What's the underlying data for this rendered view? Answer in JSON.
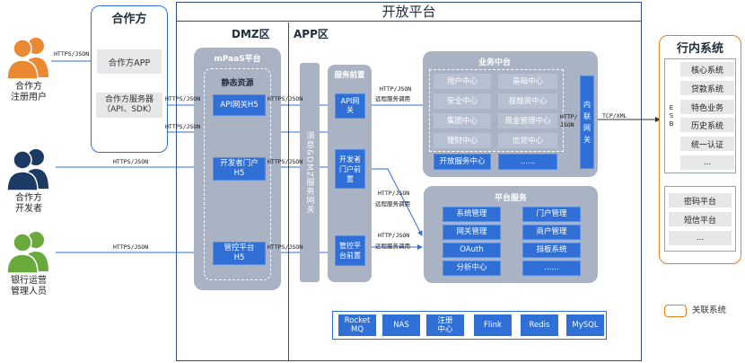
{
  "platform": {
    "title": "开放平台"
  },
  "partner": {
    "title": "合作方",
    "app": "合作方APP",
    "server_line1": "合作方服务器",
    "server_line2": "（API、SDK）"
  },
  "actors": {
    "registered_user": [
      "合作方",
      "注册用户"
    ],
    "developer": [
      "合作方",
      "开发者"
    ],
    "bank_staff": [
      "银行运营",
      "管理人员"
    ]
  },
  "zones": {
    "dmz": "DMZ区",
    "app": "APP区"
  },
  "mpaas": {
    "title": "mPaaS平台",
    "static_title": "静态资源",
    "api_gateway": "API网关H5",
    "dev_portal": [
      "开发者门户",
      "H5"
    ],
    "mgmt_platform": [
      "管控平台",
      "H5"
    ]
  },
  "gateway_column": "消息&DMZ服务网关",
  "service_front": {
    "title": "服务前置",
    "api_gateway": [
      "API网",
      "关"
    ],
    "dev_portal_front": [
      "开发者",
      "门户前",
      "置"
    ],
    "mgmt_front": [
      "管控平",
      "台前置"
    ]
  },
  "business_center": {
    "title": "业务中台",
    "items": [
      "用户中心",
      "基础中心",
      "安全中心",
      "投融资中心",
      "集团中心",
      "现金管理中心",
      "理财中心",
      "信贷中心"
    ],
    "open_service": "开放服务中心",
    "more": "......",
    "intranet_gateway": [
      "内",
      "联",
      "网",
      "关"
    ]
  },
  "platform_services": {
    "title": "平台服务",
    "items": [
      "系统管理",
      "门户管理",
      "网关管理",
      "商户管理",
      "OAuth",
      "挡板系统",
      "分析中心",
      "......"
    ]
  },
  "infra": [
    "Rocket MQ",
    "NAS",
    "注册中心",
    "Flink",
    "Redis",
    "MySQL"
  ],
  "bank": {
    "title": "行内系统",
    "esb": [
      "E",
      "S",
      "B"
    ],
    "items": [
      "核心系统",
      "贷款系统",
      "特色业务",
      "历史系统",
      "统一认证",
      "..."
    ],
    "items2": [
      "密码平台",
      "短信平台",
      "..."
    ]
  },
  "legend": {
    "label": "关联系统"
  },
  "protocols": {
    "https_json": "HTTPS/JSON",
    "http_json": "HTTP/JSON",
    "tcp_xml": "TCP/XML",
    "rpc": "远程服务调用",
    "http_json_split": [
      "HTTP/",
      "JSON"
    ]
  },
  "colors": {
    "primary": "#2f6fd6",
    "panel": "#a9b3c4",
    "panel_soft": "#c3cad6",
    "accent_orange": "#e67e22",
    "person_orange": "#e98a32",
    "person_navy": "#1c3a64",
    "person_green": "#6aaa3c"
  }
}
